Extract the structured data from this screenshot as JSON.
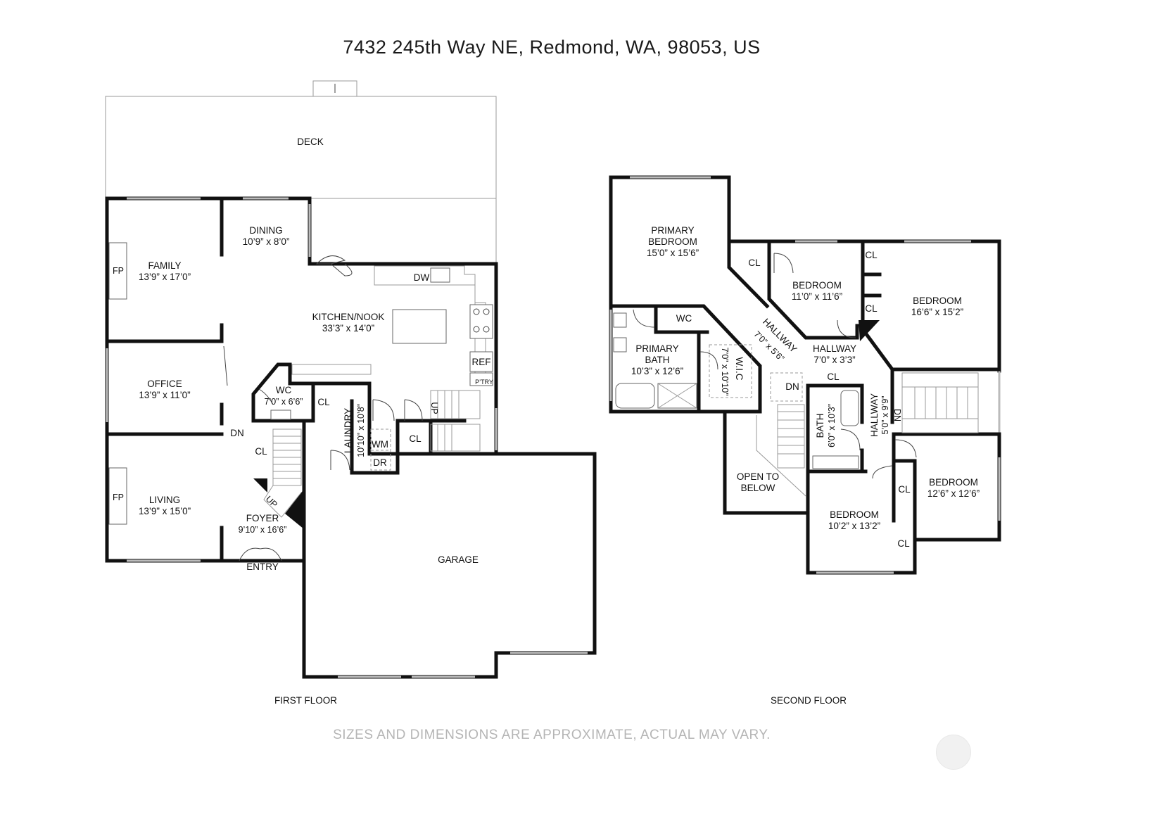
{
  "title": "7432 245th Way NE, Redmond, WA, 98053, US",
  "disclaimer": "SIZES AND DIMENSIONS ARE APPROXIMATE, ACTUAL MAY VARY.",
  "floors": {
    "first": {
      "label": "FIRST FLOOR",
      "rooms": {
        "deck": "DECK",
        "dining": {
          "name": "DINING",
          "dims": "10’9” x 8’0”"
        },
        "family": {
          "name": "FAMILY",
          "dims": "13’9” x 17’0”"
        },
        "kitchen": {
          "name": "KITCHEN/NOOK",
          "dims": "33’3” x 14’0”"
        },
        "office": {
          "name": "OFFICE",
          "dims": "13’9” x 11’0”"
        },
        "wc": {
          "name": "WC",
          "dims": "7’0” x 6’6”"
        },
        "laundry": {
          "name": "LAUNDRY",
          "dims": "10’10” x 10’8”"
        },
        "living": {
          "name": "LIVING",
          "dims": "13’9” x 15’0”"
        },
        "foyer": {
          "name": "FOYER",
          "dims": "9’10” x 16’6”"
        },
        "garage": "GARAGE",
        "entry": "ENTRY"
      },
      "marks": {
        "fp": "FP",
        "dw": "DW",
        "ref": "REF",
        "pantry": "P’TRY",
        "cl": "CL",
        "wm": "WM",
        "dr": "DR",
        "up": "UP",
        "dn": "DN"
      }
    },
    "second": {
      "label": "SECOND FLOOR",
      "rooms": {
        "primary_bedroom": {
          "name1": "PRIMARY",
          "name2": "BEDROOM",
          "dims": "15’0” x 15’6”"
        },
        "primary_bath": {
          "name1": "PRIMARY",
          "name2": "BATH",
          "dims": "10’3” x 12’6”"
        },
        "wc": "WC",
        "wic": {
          "name": "W.I.C",
          "dims": "7’0” x 10’10”"
        },
        "hallway_diag": {
          "name": "HALLWAY",
          "dims": "7’0” x 5’6”"
        },
        "hallway_center": {
          "name": "HALLWAY",
          "dims": "7’0” x 3’3”"
        },
        "bedroom_a": {
          "name": "BEDROOM",
          "dims": "11’0” x 11’6”"
        },
        "bedroom_b": {
          "name": "BEDROOM",
          "dims": "16’6” x 15’2”"
        },
        "bath": {
          "name": "BATH",
          "dims": "6’0” x 10’3”"
        },
        "hallway_vert": {
          "name": "HALLWAY",
          "dims": "5’0” x 9’9”"
        },
        "open_to_below": {
          "line1": "OPEN TO",
          "line2": "BELOW"
        },
        "bedroom_c": {
          "name": "BEDROOM",
          "dims": "10’2” x 13’2”"
        },
        "bedroom_d": {
          "name": "BEDROOM",
          "dims": "12’6” x 12’6”"
        }
      },
      "marks": {
        "cl": "CL",
        "dn": "DN"
      }
    }
  }
}
